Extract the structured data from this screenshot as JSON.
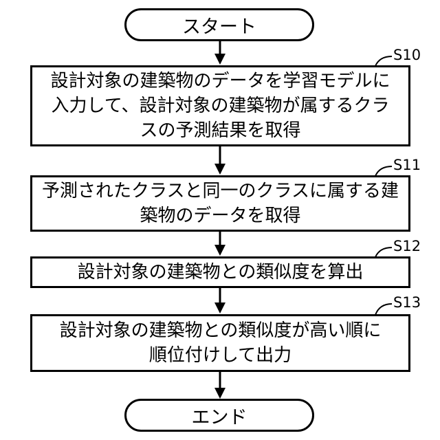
{
  "flowchart": {
    "start_label": "スタート",
    "end_label": "エンド",
    "steps": [
      {
        "id": "S10",
        "text": "設計対象の建築物のデータを学習モデルに\n入力して、設計対象の建築物が属するクラ\nスの予測結果を取得"
      },
      {
        "id": "S11",
        "text": "予測されたクラスと同一のクラスに属する建\n築物のデータを取得"
      },
      {
        "id": "S12",
        "text": "設計対象の建築物との類似度を算出"
      },
      {
        "id": "S13",
        "text": "設計対象の建築物との類似度が高い順に\n順位付けして出力"
      }
    ]
  }
}
